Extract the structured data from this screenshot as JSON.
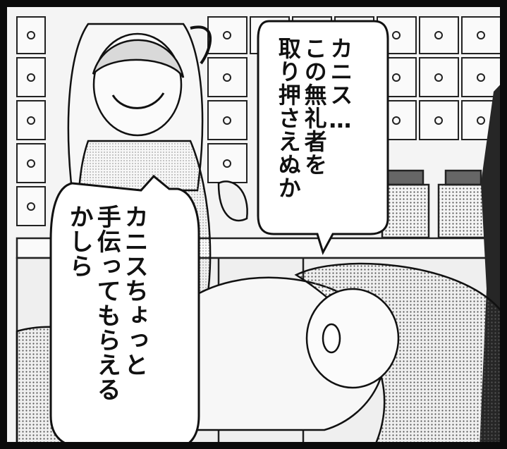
{
  "speech_bubbles": [
    {
      "lines": [
        "カニス…",
        "この無礼者を",
        "取り押さえぬか"
      ]
    },
    {
      "lines": [
        "カニスちょっと",
        "手伝ってもらえる",
        "かしら"
      ]
    }
  ]
}
